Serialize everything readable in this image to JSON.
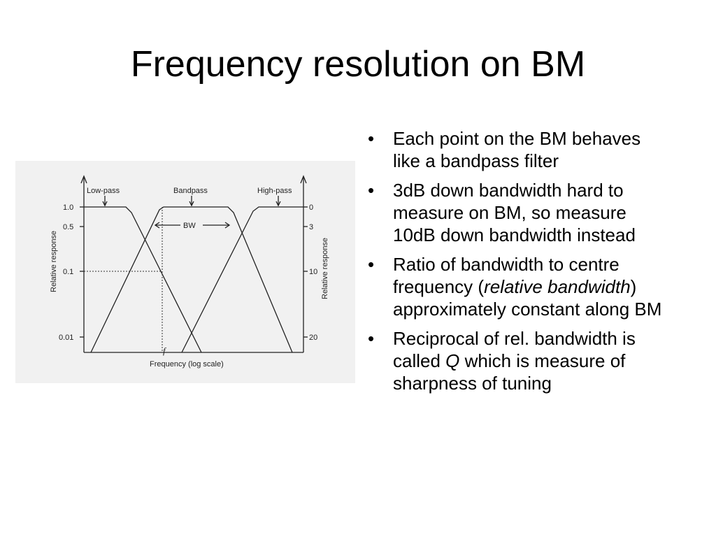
{
  "slide": {
    "title": "Frequency resolution on BM",
    "bullets": [
      {
        "parts": [
          {
            "text": "Each point on the BM behaves like a bandpass filter",
            "italic": false
          }
        ]
      },
      {
        "parts": [
          {
            "text": "3dB down bandwidth hard to measure on BM, so measure 10dB down bandwidth instead",
            "italic": false
          }
        ]
      },
      {
        "parts": [
          {
            "text": "Ratio of bandwidth to centre frequency (",
            "italic": false
          },
          {
            "text": "relative bandwidth",
            "italic": true
          },
          {
            "text": ") approximately constant along BM",
            "italic": false
          }
        ]
      },
      {
        "parts": [
          {
            "text": "Reciprocal of rel. bandwidth is called ",
            "italic": false
          },
          {
            "text": "Q",
            "italic": true
          },
          {
            "text": " which is measure of sharpness of tuning",
            "italic": false
          }
        ]
      }
    ],
    "bullet_glyph": "•"
  },
  "figure": {
    "labels": {
      "low_pass": "Low-pass",
      "bandpass": "Bandpass",
      "high_pass": "High-pass",
      "bw": "BW",
      "x_axis": "Frequency (log scale)",
      "f_marker": "f",
      "left_axis": "Relative response",
      "right_axis": "Relative response"
    },
    "left_ticks": [
      "1.0",
      "0.5",
      "0.1",
      "0.01"
    ],
    "right_ticks": [
      "0",
      "3",
      "10",
      "20"
    ],
    "colors": {
      "line": "#222222",
      "background": "#f1f1f1"
    }
  }
}
